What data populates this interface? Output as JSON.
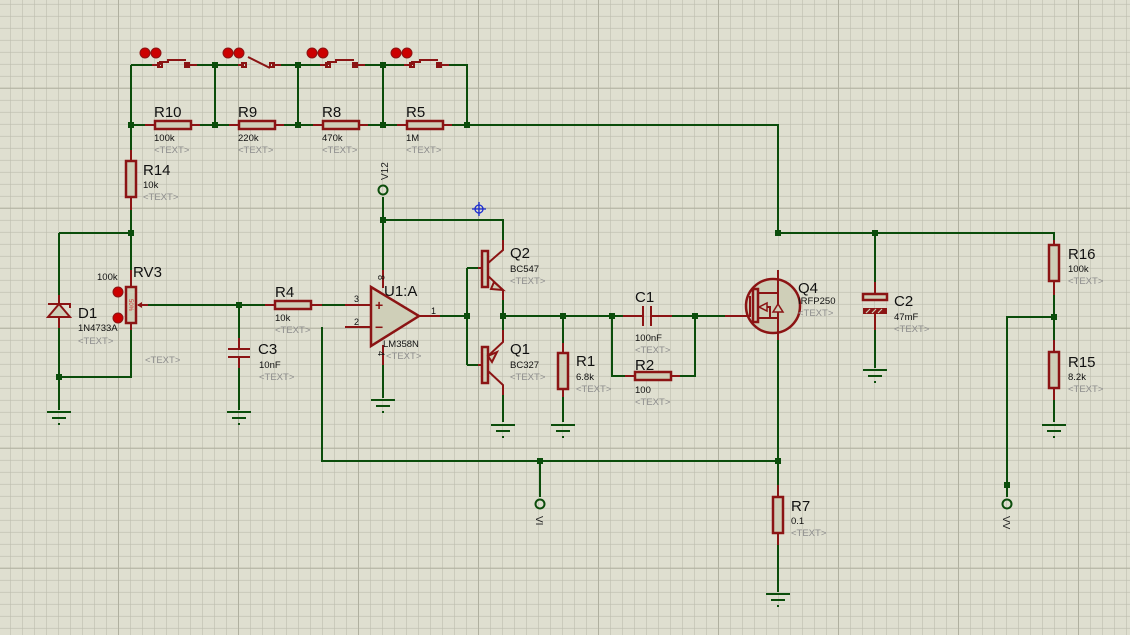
{
  "canvas": {
    "background": "#dfdfd0",
    "grid_minor": "#bdbdae",
    "grid_major": "#b2b2a2",
    "wire_color": "#0b4d0b",
    "component_color": "#8b1414"
  },
  "placeholder": "<TEXT>",
  "components": {
    "R10": {
      "ref": "R10",
      "value": "100k"
    },
    "R9": {
      "ref": "R9",
      "value": "220k"
    },
    "R8": {
      "ref": "R8",
      "value": "470k"
    },
    "R5": {
      "ref": "R5",
      "value": "1M"
    },
    "R14": {
      "ref": "R14",
      "value": "10k"
    },
    "RV3": {
      "ref": "RV3",
      "value": "100k",
      "position": "50%"
    },
    "D1": {
      "ref": "D1",
      "value": "1N4733A"
    },
    "R4": {
      "ref": "R4",
      "value": "10k"
    },
    "C3": {
      "ref": "C3",
      "value": "10nF"
    },
    "U1": {
      "ref": "U1:A",
      "value": "LM358N",
      "pins": {
        "p3": "3",
        "p2": "2",
        "p1": "1",
        "p8": "8",
        "p4": "4"
      },
      "plus": "+",
      "minus": "−"
    },
    "Q2": {
      "ref": "Q2",
      "value": "BC547"
    },
    "Q1": {
      "ref": "Q1",
      "value": "BC327"
    },
    "R1": {
      "ref": "R1",
      "value": "6.8k"
    },
    "C1": {
      "ref": "C1",
      "value": "100nF"
    },
    "R2": {
      "ref": "R2",
      "value": "100"
    },
    "Q4": {
      "ref": "Q4",
      "value": "IRFP250"
    },
    "C2": {
      "ref": "C2",
      "value": "47mF"
    },
    "R16": {
      "ref": "R16",
      "value": "100k"
    },
    "R15": {
      "ref": "R15",
      "value": "8.2k"
    },
    "R7": {
      "ref": "R7",
      "value": "0.1"
    }
  },
  "terminals": {
    "v12": "V12",
    "vi": "VI",
    "vv": "VV"
  },
  "switches": [
    {
      "state": "closed"
    },
    {
      "state": "open"
    },
    {
      "state": "closed"
    },
    {
      "state": "closed"
    }
  ],
  "icons": {
    "cursor": "crosshair-cursor-icon",
    "switch_buttons": "up-down-arrow-buttons"
  }
}
